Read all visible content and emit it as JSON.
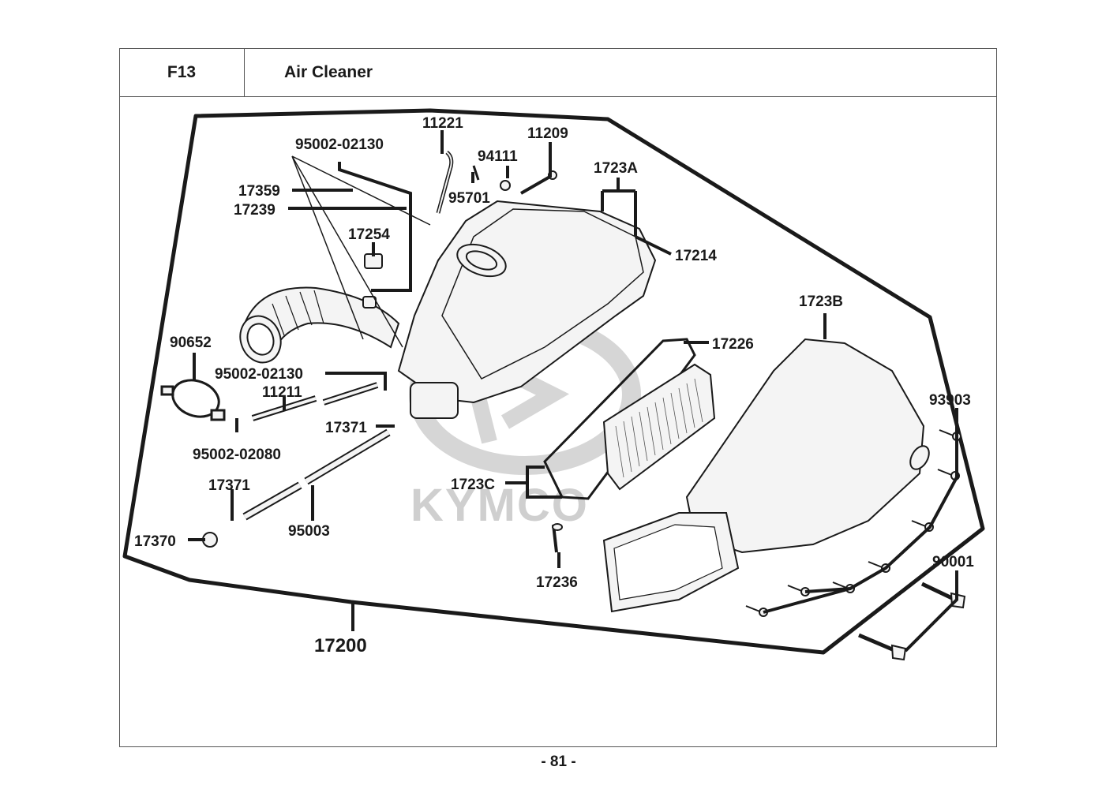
{
  "header": {
    "section_code": "F13",
    "section_title": "Air Cleaner"
  },
  "watermark": {
    "brand": "KYMCO"
  },
  "footer": {
    "page_number": "- 81 -"
  },
  "parts": {
    "p11221": "11221",
    "p11209": "11209",
    "p94111": "94111",
    "p95701": "95701",
    "p1723A": "1723A",
    "p17214": "17214",
    "p95002_02130_top": "95002-02130",
    "p17359": "17359",
    "p17239": "17239",
    "p17254": "17254",
    "p90652": "90652",
    "p95002_02130_mid": "95002-02130",
    "p11211": "11211",
    "p95002_02080": "95002-02080",
    "p17371_a": "17371",
    "p17371_b": "17371",
    "p17370": "17370",
    "p95003": "95003",
    "p1723B": "1723B",
    "p17226": "17226",
    "p93903": "93903",
    "p1723C": "1723C",
    "p17236": "17236",
    "p90001": "90001",
    "p17200": "17200"
  },
  "colors": {
    "line": "#1a1a1a",
    "part_fill": "#f4f4f4",
    "watermark": "#cfcfcf"
  }
}
